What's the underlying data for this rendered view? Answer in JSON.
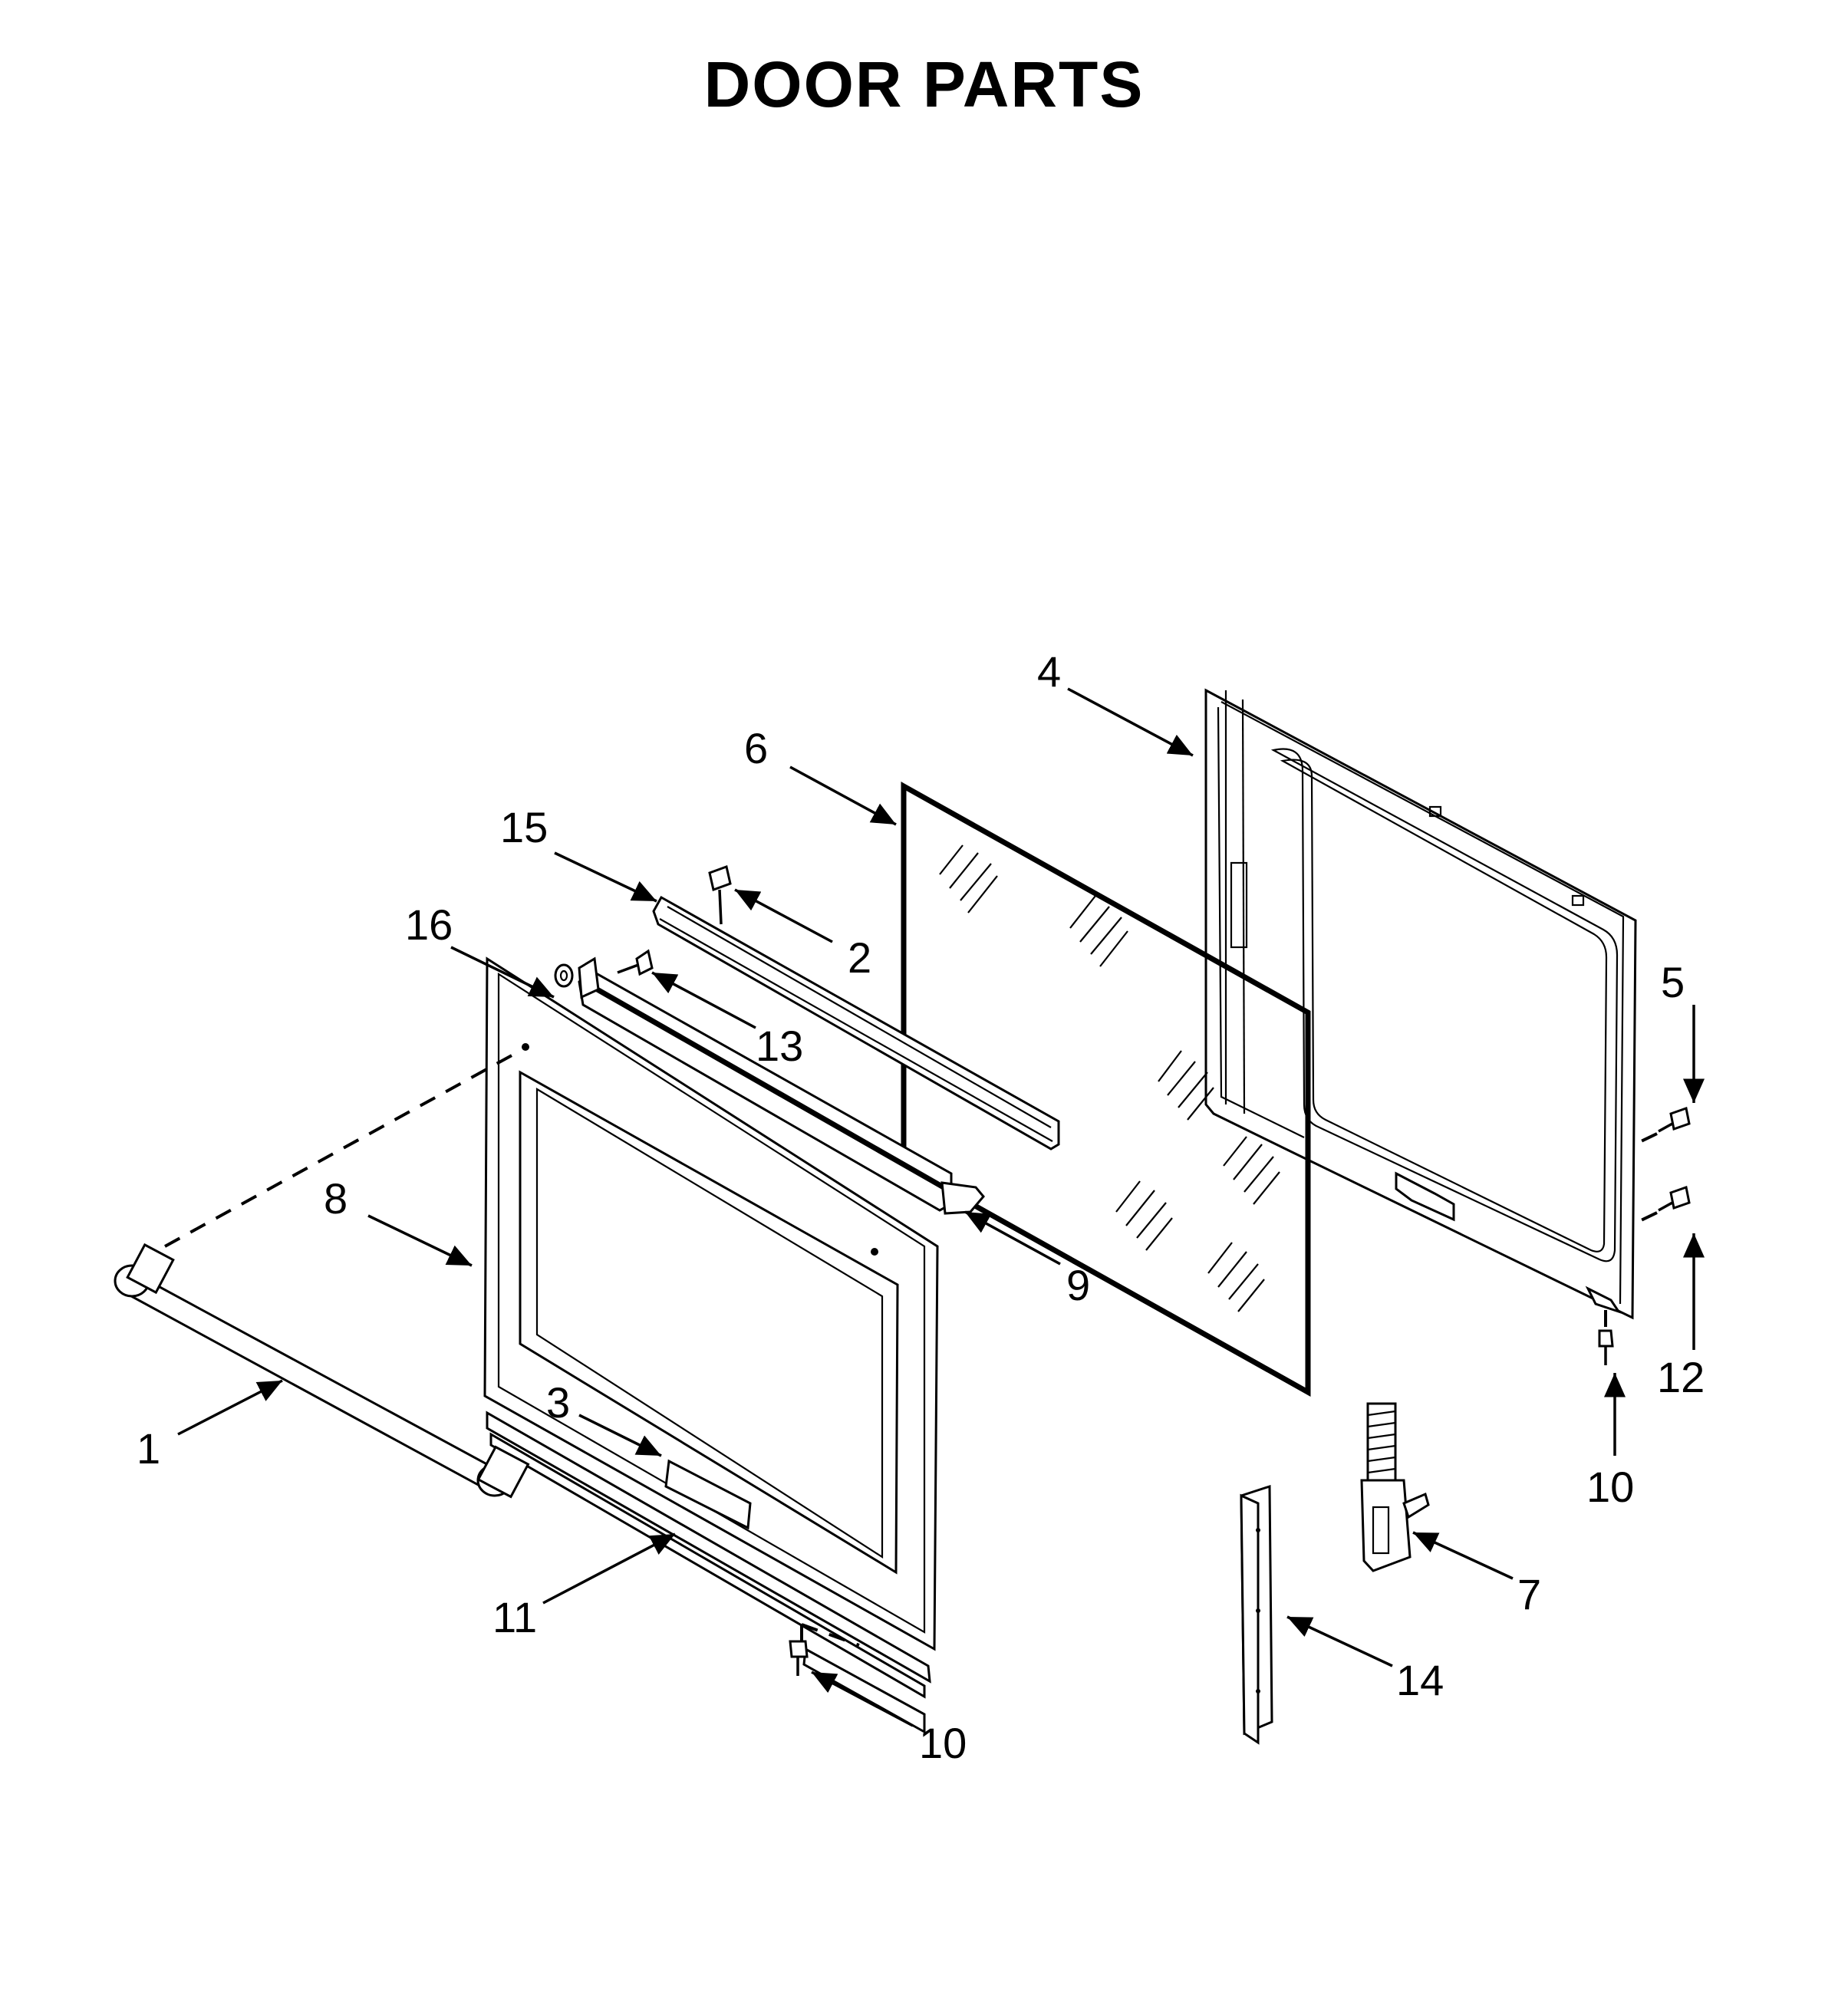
{
  "title": "DOOR PARTS",
  "callouts": [
    {
      "id": "1",
      "label": "1"
    },
    {
      "id": "2",
      "label": "2"
    },
    {
      "id": "3",
      "label": "3"
    },
    {
      "id": "4",
      "label": "4"
    },
    {
      "id": "5",
      "label": "5"
    },
    {
      "id": "6",
      "label": "6"
    },
    {
      "id": "7",
      "label": "7"
    },
    {
      "id": "8",
      "label": "8"
    },
    {
      "id": "9",
      "label": "9"
    },
    {
      "id": "10a",
      "label": "10"
    },
    {
      "id": "10b",
      "label": "10"
    },
    {
      "id": "11",
      "label": "11"
    },
    {
      "id": "12",
      "label": "12"
    },
    {
      "id": "13",
      "label": "13"
    },
    {
      "id": "14",
      "label": "14"
    },
    {
      "id": "15",
      "label": "15"
    },
    {
      "id": "16",
      "label": "16"
    }
  ]
}
